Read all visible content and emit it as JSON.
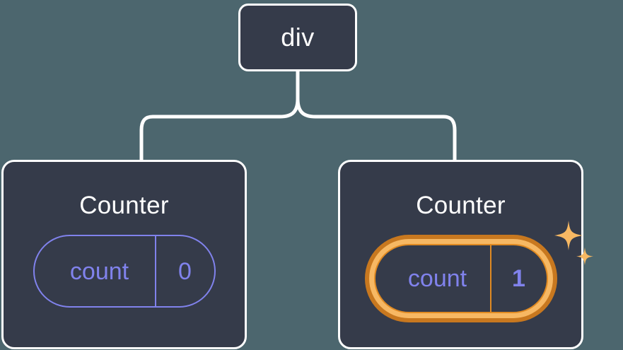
{
  "diagram": {
    "type": "component-tree",
    "background_color": "#4c666e",
    "node_fill_color": "#353b4a",
    "node_border_color": "#ffffff",
    "state_color": "#8082ec",
    "highlight_outer_color": "#c8781f",
    "highlight_inner_color": "#f7b863",
    "connector_color": "#ffffff"
  },
  "root": {
    "label": "div"
  },
  "children": [
    {
      "label": "Counter",
      "state": {
        "key": "count",
        "value": "0"
      },
      "highlighted": false
    },
    {
      "label": "Counter",
      "state": {
        "key": "count",
        "value": "1"
      },
      "highlighted": true,
      "sparkle_icons": [
        "sparkle-large",
        "sparkle-small"
      ]
    }
  ]
}
